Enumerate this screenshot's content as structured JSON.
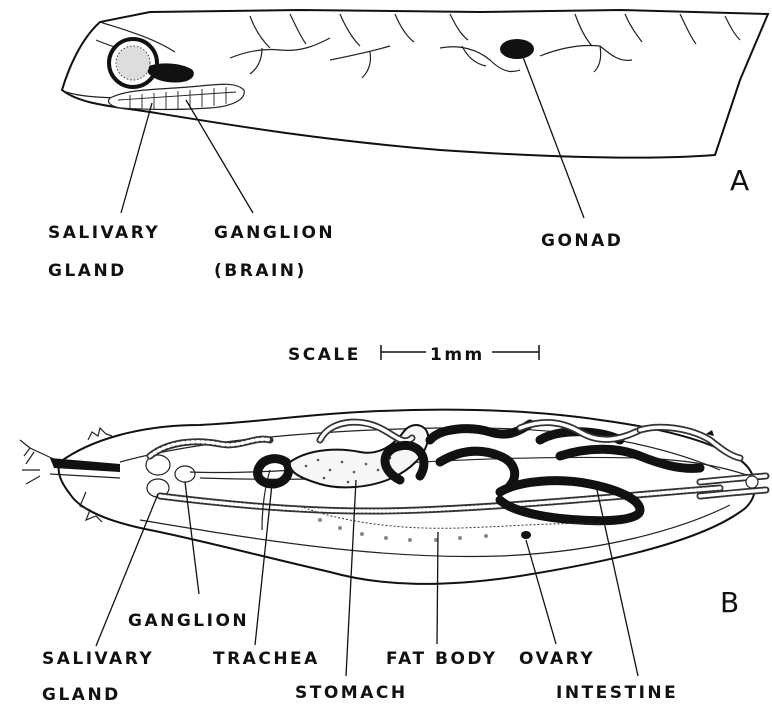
{
  "panel_a": {
    "letter": "A",
    "labels": {
      "salivary_gland_line1": "SALIVARY",
      "salivary_gland_line2": "GLAND",
      "ganglion_line1": "GANGLION",
      "ganglion_line2": "(BRAIN)",
      "gonad": "GONAD"
    }
  },
  "scale": {
    "prefix": "SCALE",
    "value": "1mm"
  },
  "panel_b": {
    "letter": "B",
    "labels": {
      "ganglion": "GANGLION",
      "salivary_gland_line1": "SALIVARY",
      "salivary_gland_line2": "GLAND",
      "trachea": "TRACHEA",
      "stomach": "STOMACH",
      "fat_body": "FAT BODY",
      "ovary": "OVARY",
      "intestine": "INTESTINE"
    }
  }
}
